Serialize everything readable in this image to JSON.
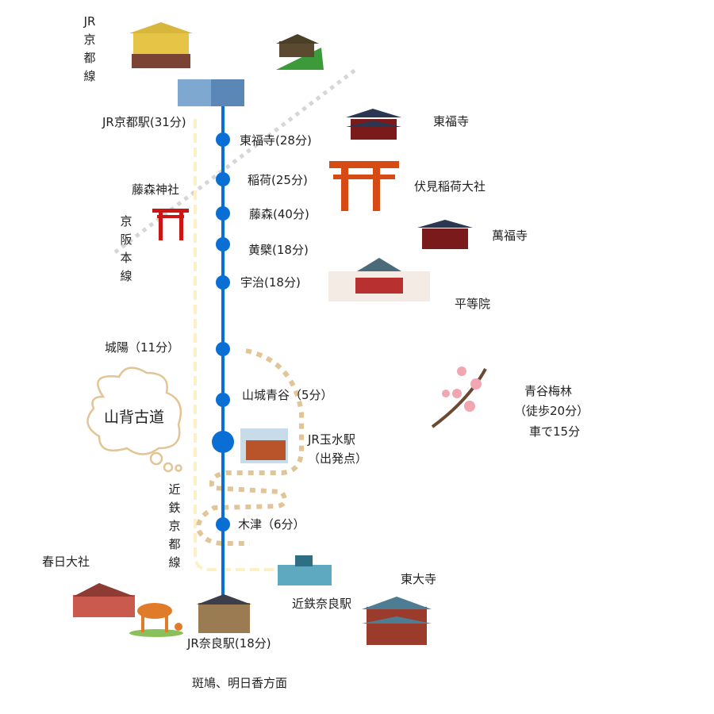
{
  "lines": {
    "jr_kyoto": "JR京都線",
    "keihan": "京阪本線",
    "kintetsu": "近鉄京都線"
  },
  "stations": [
    {
      "label": "JR京都駅(31分)"
    },
    {
      "label": "東福寺(28分)"
    },
    {
      "label": "稲荷(25分)"
    },
    {
      "label": "藤森(40分)"
    },
    {
      "label": "黄檗(18分)"
    },
    {
      "label": "宇治(18分)"
    },
    {
      "label": "城陽（11分）"
    },
    {
      "label": "山城青谷（5分）"
    },
    {
      "label": "JR玉水駅",
      "sub": "（出発点）"
    },
    {
      "label": "木津（6分）"
    },
    {
      "label": "JR奈良駅(18分)"
    },
    {
      "label": "近鉄奈良駅"
    }
  ],
  "sights": {
    "tofukuji": "東福寺",
    "fushimi_inari": "伏見稲荷大社",
    "fujinomori": "藤森神社",
    "manpukuji": "萬福寺",
    "byodoin": "平等院",
    "aodani_1": "青谷梅林",
    "aodani_2": "（徒歩20分）",
    "aodani_3": "車で15分",
    "kasuga": "春日大社",
    "todaiji": "東大寺"
  },
  "cloud": "山背古道",
  "destination": "斑鳩、明日香方面",
  "colors": {
    "jr_line": "#0a6fd4",
    "kintetsu_line": "#fdf0c4",
    "keihan_line": "#d4d4d4",
    "trail": "#e2c597"
  }
}
